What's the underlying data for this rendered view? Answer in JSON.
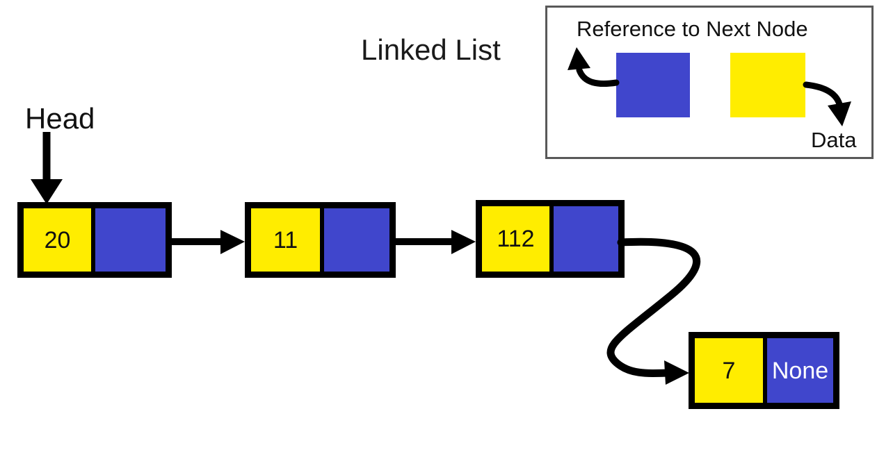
{
  "diagram": {
    "title": "Linked List",
    "head_label": "Head",
    "background_color": "#ffffff",
    "data_cell_color": "#ffed00",
    "next_cell_color": "#4046cc",
    "node_border_color": "#000000",
    "arrow_color": "#000000"
  },
  "legend": {
    "border_color": "#595959",
    "next_caption": "Reference to Next Node",
    "data_caption": "Data",
    "next_swatch_color": "#4046cc",
    "data_swatch_color": "#ffed00"
  },
  "nodes": [
    {
      "data": "20",
      "next": "",
      "name": "node-1"
    },
    {
      "data": "11",
      "next": "",
      "name": "node-2"
    },
    {
      "data": "112",
      "next": "",
      "name": "node-3"
    },
    {
      "data": "7",
      "next": "None",
      "name": "node-4"
    }
  ],
  "arrows": [
    {
      "name": "head-arrow",
      "from": "head-label",
      "to": "node-1"
    },
    {
      "name": "node1-to-node2",
      "from": "node-1",
      "to": "node-2"
    },
    {
      "name": "node2-to-node3",
      "from": "node-2",
      "to": "node-3"
    },
    {
      "name": "node3-to-node4",
      "from": "node-3",
      "to": "node-4"
    },
    {
      "name": "legend-next-arrow",
      "from": "legend-swatch-blue",
      "to": "legend-next-caption"
    },
    {
      "name": "legend-data-arrow",
      "from": "legend-swatch-yellow",
      "to": "legend-data-caption"
    }
  ]
}
